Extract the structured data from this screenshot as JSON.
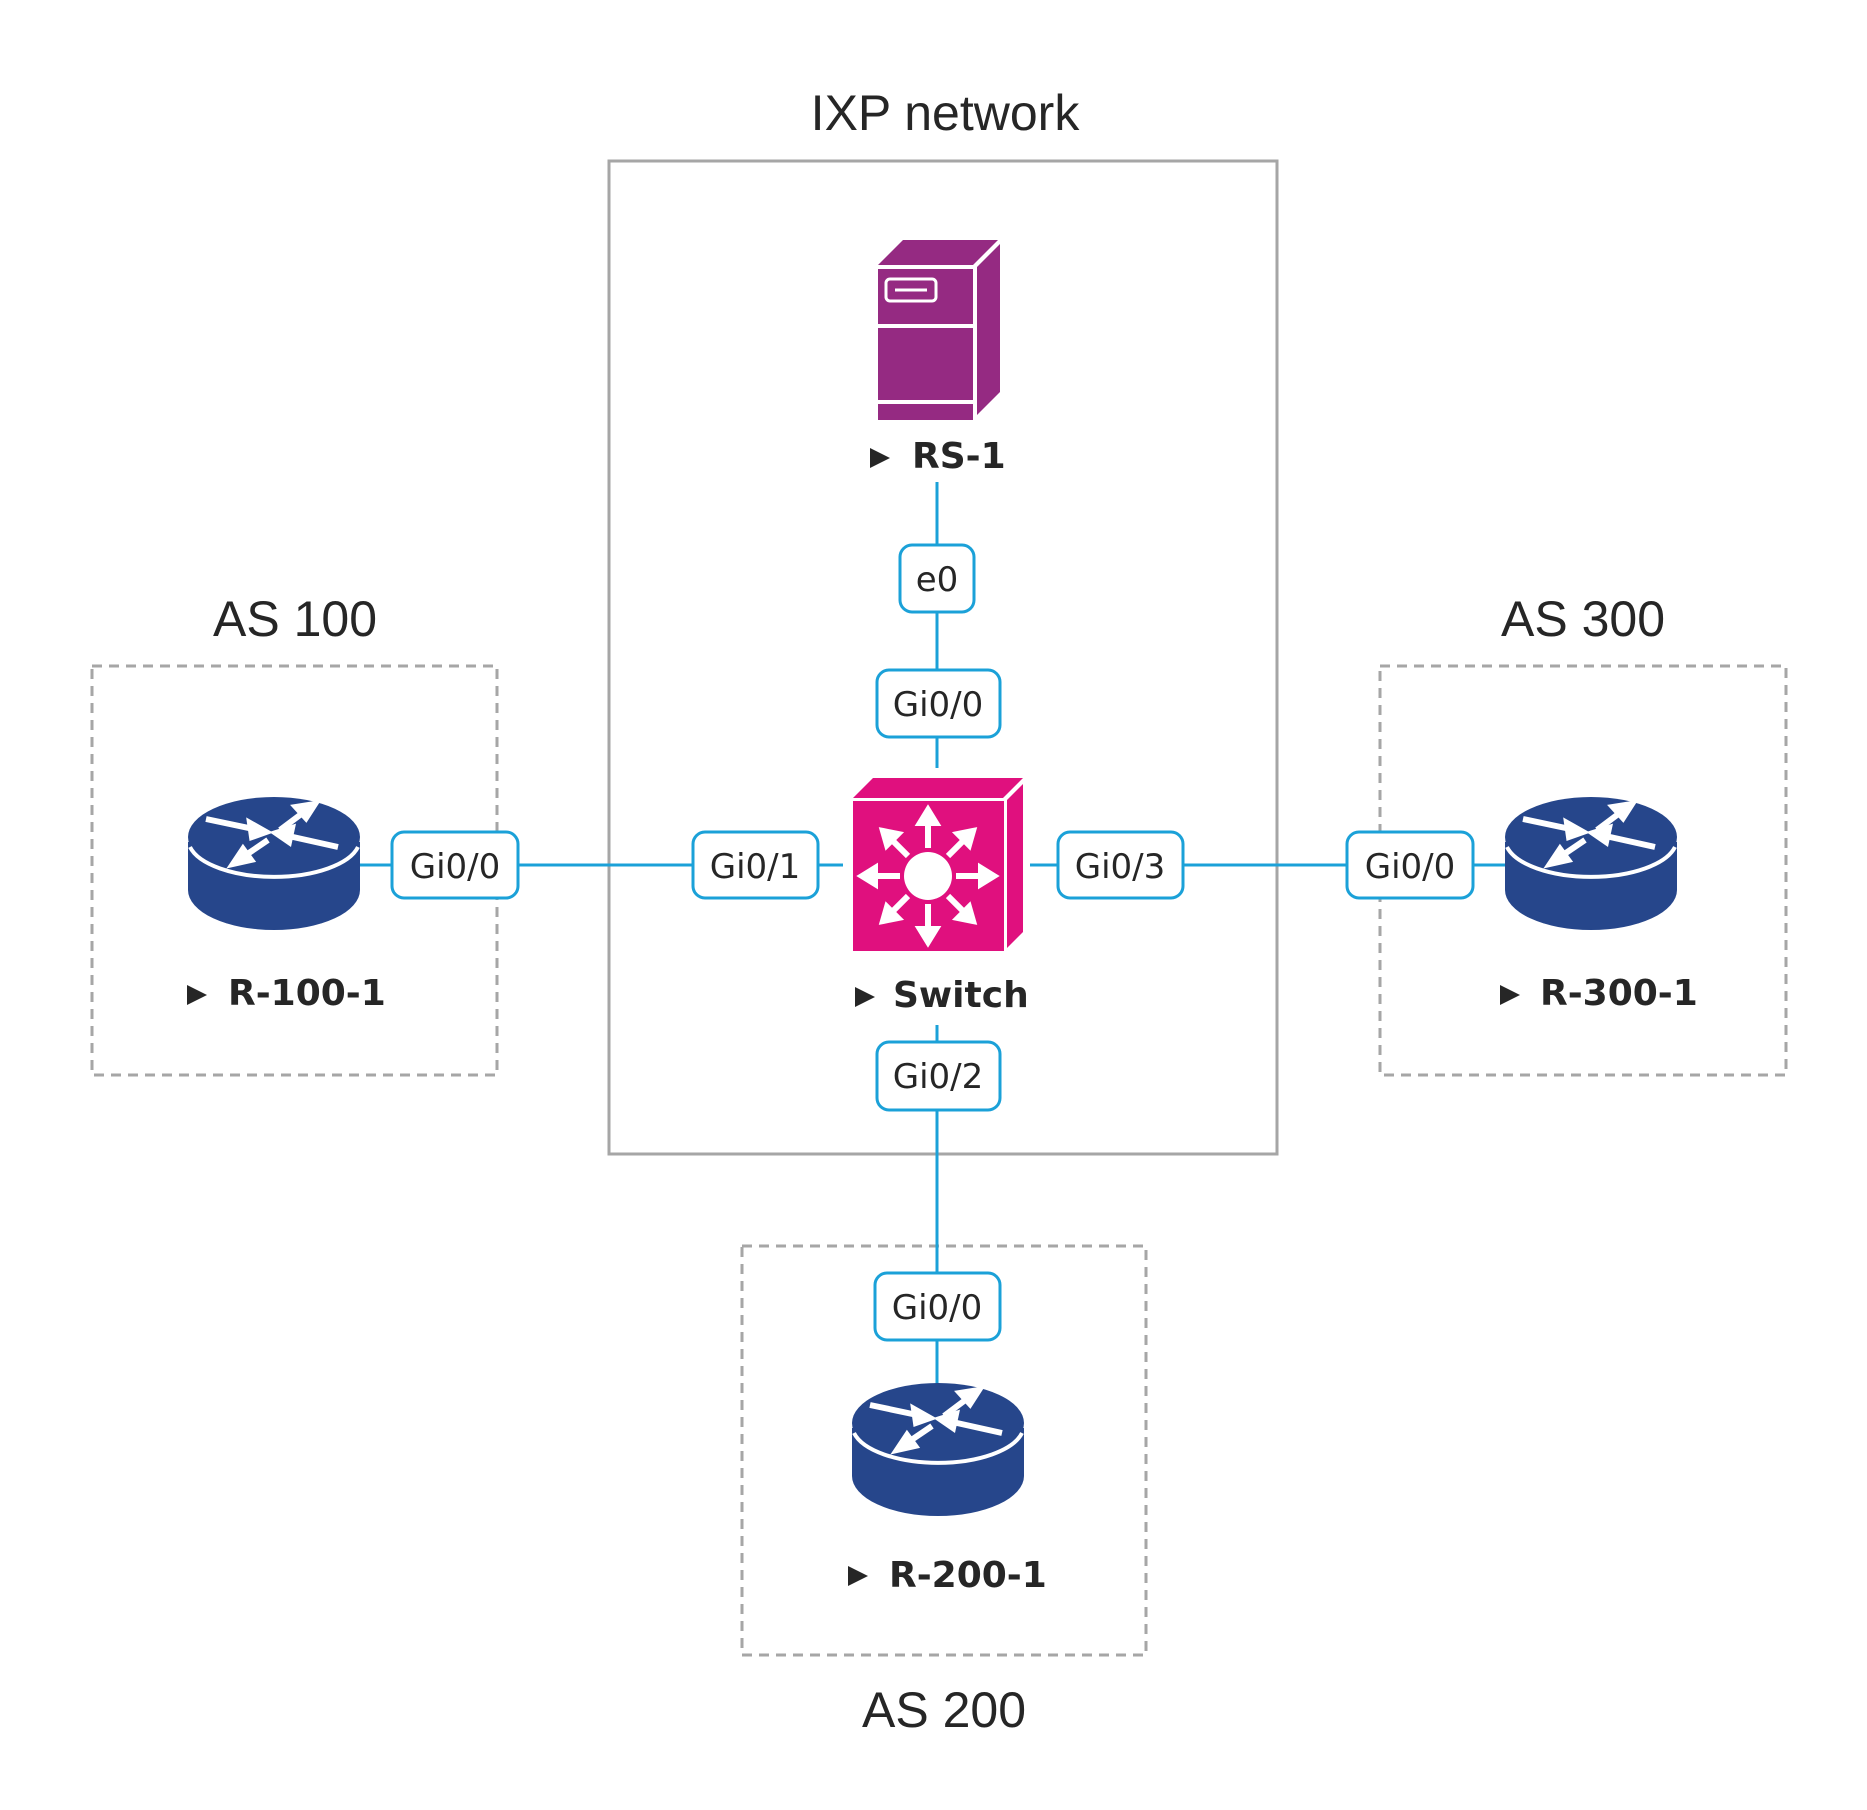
{
  "diagram": {
    "ixp": {
      "title": "IXP network"
    },
    "as_groups": {
      "as100": {
        "title": "AS 100"
      },
      "as200": {
        "title": "AS 200"
      },
      "as300": {
        "title": "AS 300"
      }
    },
    "nodes": {
      "rs1": {
        "label": "RS-1",
        "type": "server",
        "icon": "server-icon",
        "color": "#952a82"
      },
      "switch": {
        "label": "Switch",
        "type": "layer3-switch",
        "icon": "multilayer-switch-icon",
        "color": "#e0107e"
      },
      "r100": {
        "label": "R-100-1",
        "type": "router",
        "icon": "router-icon",
        "color": "#26468b"
      },
      "r200": {
        "label": "R-200-1",
        "type": "router",
        "icon": "router-icon",
        "color": "#26468b"
      },
      "r300": {
        "label": "R-300-1",
        "type": "router",
        "icon": "router-icon",
        "color": "#26468b"
      }
    },
    "ports": {
      "rs1_e0": "e0",
      "sw_gi00": "Gi0/0",
      "sw_gi01": "Gi0/1",
      "sw_gi02": "Gi0/2",
      "sw_gi03": "Gi0/3",
      "r100_gi00": "Gi0/0",
      "r200_gi00": "Gi0/0",
      "r300_gi00": "Gi0/0"
    },
    "links": [
      {
        "from": "RS-1 e0",
        "to": "Switch Gi0/0"
      },
      {
        "from": "R-100-1 Gi0/0",
        "to": "Switch Gi0/1"
      },
      {
        "from": "R-200-1 Gi0/0",
        "to": "Switch Gi0/2"
      },
      {
        "from": "R-300-1 Gi0/0",
        "to": "Switch Gi0/3"
      }
    ],
    "colors": {
      "link": "#1ba1d8",
      "frame": "#a6a6a6",
      "text": "#262626"
    }
  }
}
